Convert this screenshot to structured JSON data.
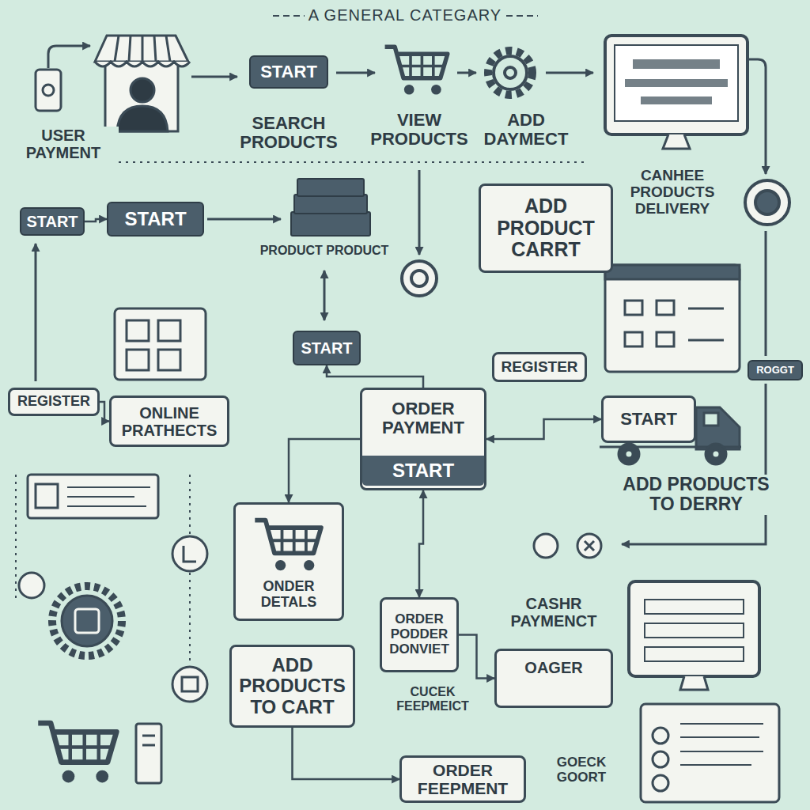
{
  "diagram": {
    "title": "A GENERAL CATEGARY",
    "nodes": [
      {
        "text": [
          "START",
          "SEARCH PRODUCTS"
        ]
      },
      {
        "text": [
          "START"
        ]
      },
      {
        "text": [
          "START"
        ]
      },
      {
        "text": [
          "ADD PRODUCT CARRT"
        ]
      },
      {
        "text": [
          "START"
        ]
      },
      {
        "text": [
          "REGISTER"
        ]
      },
      {
        "text": [
          "ROGGT"
        ]
      },
      {
        "text": [
          "REGISTER"
        ]
      },
      {
        "text": [
          "ONLINE PRATHECTS"
        ]
      },
      {
        "text": [
          "ORDER PAYMENT"
        ]
      },
      {
        "text": [
          "START"
        ],
        "in": 9
      },
      {
        "text": [
          "START"
        ]
      },
      {
        "text": [
          "ONDER DETALS"
        ]
      },
      {
        "text": [
          "ORDER PODDER",
          "DONVIET"
        ]
      },
      {
        "text": [
          "OAGER"
        ]
      },
      {
        "text": [
          "ADD PRODUCTS TO CART"
        ]
      },
      {
        "text": [
          "ORDER FEEPMENT"
        ]
      }
    ],
    "edges": [
      {
        "from": 1,
        "to": 2,
        "arrow": "to"
      },
      {
        "from": 7,
        "to": 8,
        "arrow": "to"
      },
      {
        "from": 9,
        "to": 4,
        "arrow": "to"
      },
      {
        "from": 11,
        "to": 9,
        "arrow": "both"
      },
      {
        "from": 9,
        "to": 12,
        "arrow": "to"
      },
      {
        "from": 9,
        "to": 13,
        "arrow": "both"
      },
      {
        "from": 13,
        "to": 14,
        "arrow": "to"
      },
      {
        "from": 15,
        "to": 16,
        "arrow": "to"
      }
    ],
    "labels": [
      "USER PAYMENT",
      "VIEW PRODUCTS",
      "ADD DAYMECT",
      "CANHEE PRODUCTS DELIVERY",
      "PRODUCT PRODUCT",
      "ADD PRODUCTS TO DERRY",
      "CASHR PAYMENCT",
      "CUCEK FEEPMEICT",
      "GOECK GOORT"
    ]
  }
}
